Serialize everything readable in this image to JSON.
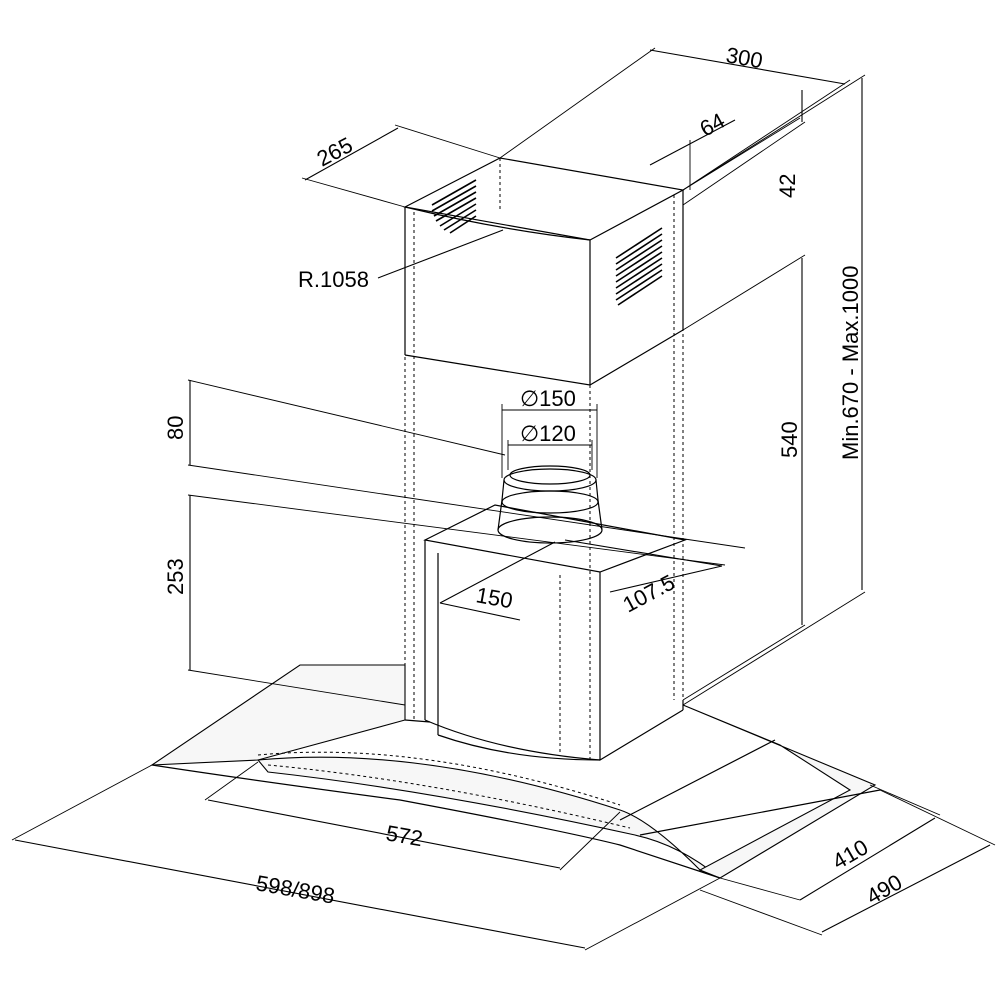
{
  "dimensions": {
    "chimney_depth": "300",
    "chimney_width": "265",
    "offset_top": "64",
    "top_gap": "42",
    "radius": "R.1058",
    "outer_duct": "∅150",
    "inner_duct": "∅120",
    "collar_height": "80",
    "canopy_height": "253",
    "chimney_height": "540",
    "total_height": "Min.670  -  Max.1000",
    "outlet_offset_x": "150",
    "outlet_offset_y": "107.5",
    "inner_width": "572",
    "total_width": "598/898",
    "inner_depth": "410",
    "total_depth": "490"
  }
}
